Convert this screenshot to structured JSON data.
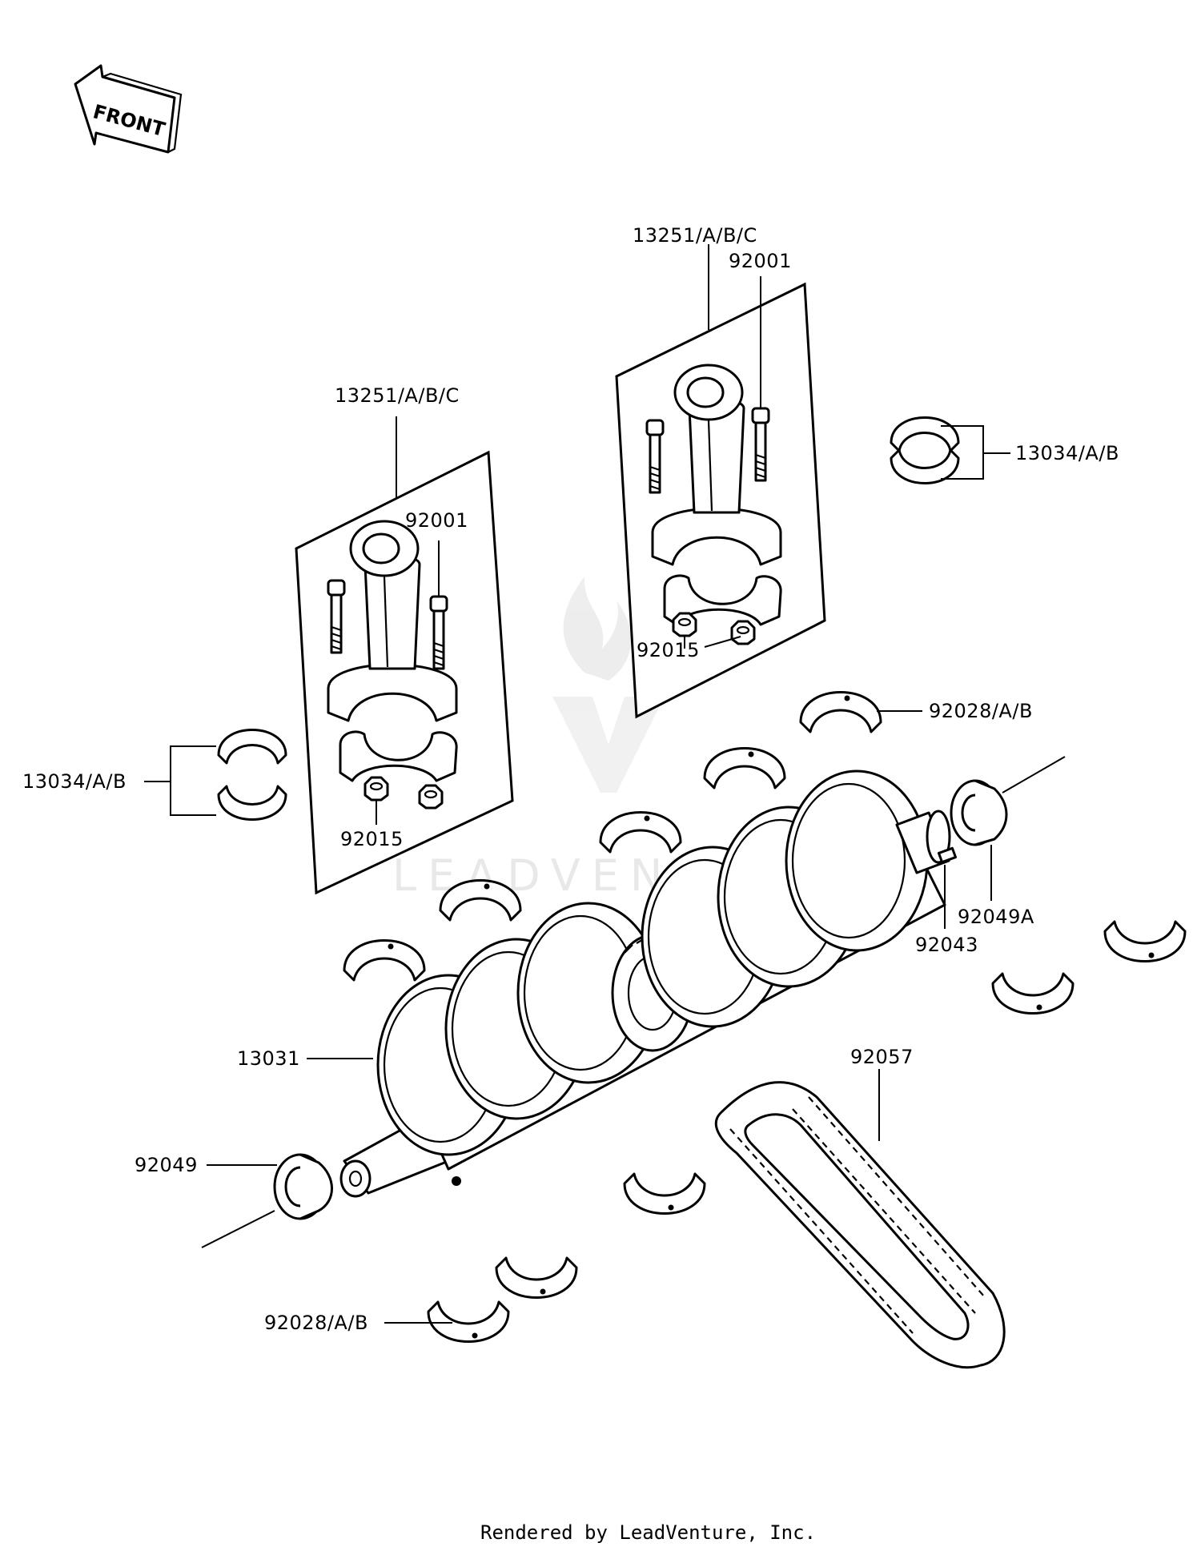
{
  "front_arrow": {
    "text": "FRONT"
  },
  "watermark": {
    "text": "LEADVENTURE"
  },
  "footer": {
    "text": "Rendered by LeadVenture, Inc."
  },
  "labels": {
    "rod_assembly_left": "13251/A/B/C",
    "rod_assembly_right": "13251/A/B/C",
    "bolt_left": "92001",
    "bolt_right": "92001",
    "nut_left": "92015",
    "nut_right": "92015",
    "rod_bearing_left": "13034/A/B",
    "rod_bearing_right": "13034/A/B",
    "main_bearing_upper": "92028/A/B",
    "main_bearing_lower": "92028/A/B",
    "crankshaft": "13031",
    "oil_seal_left": "92049",
    "oil_seal_right": "92049A",
    "pin": "92043",
    "chain": "92057"
  }
}
